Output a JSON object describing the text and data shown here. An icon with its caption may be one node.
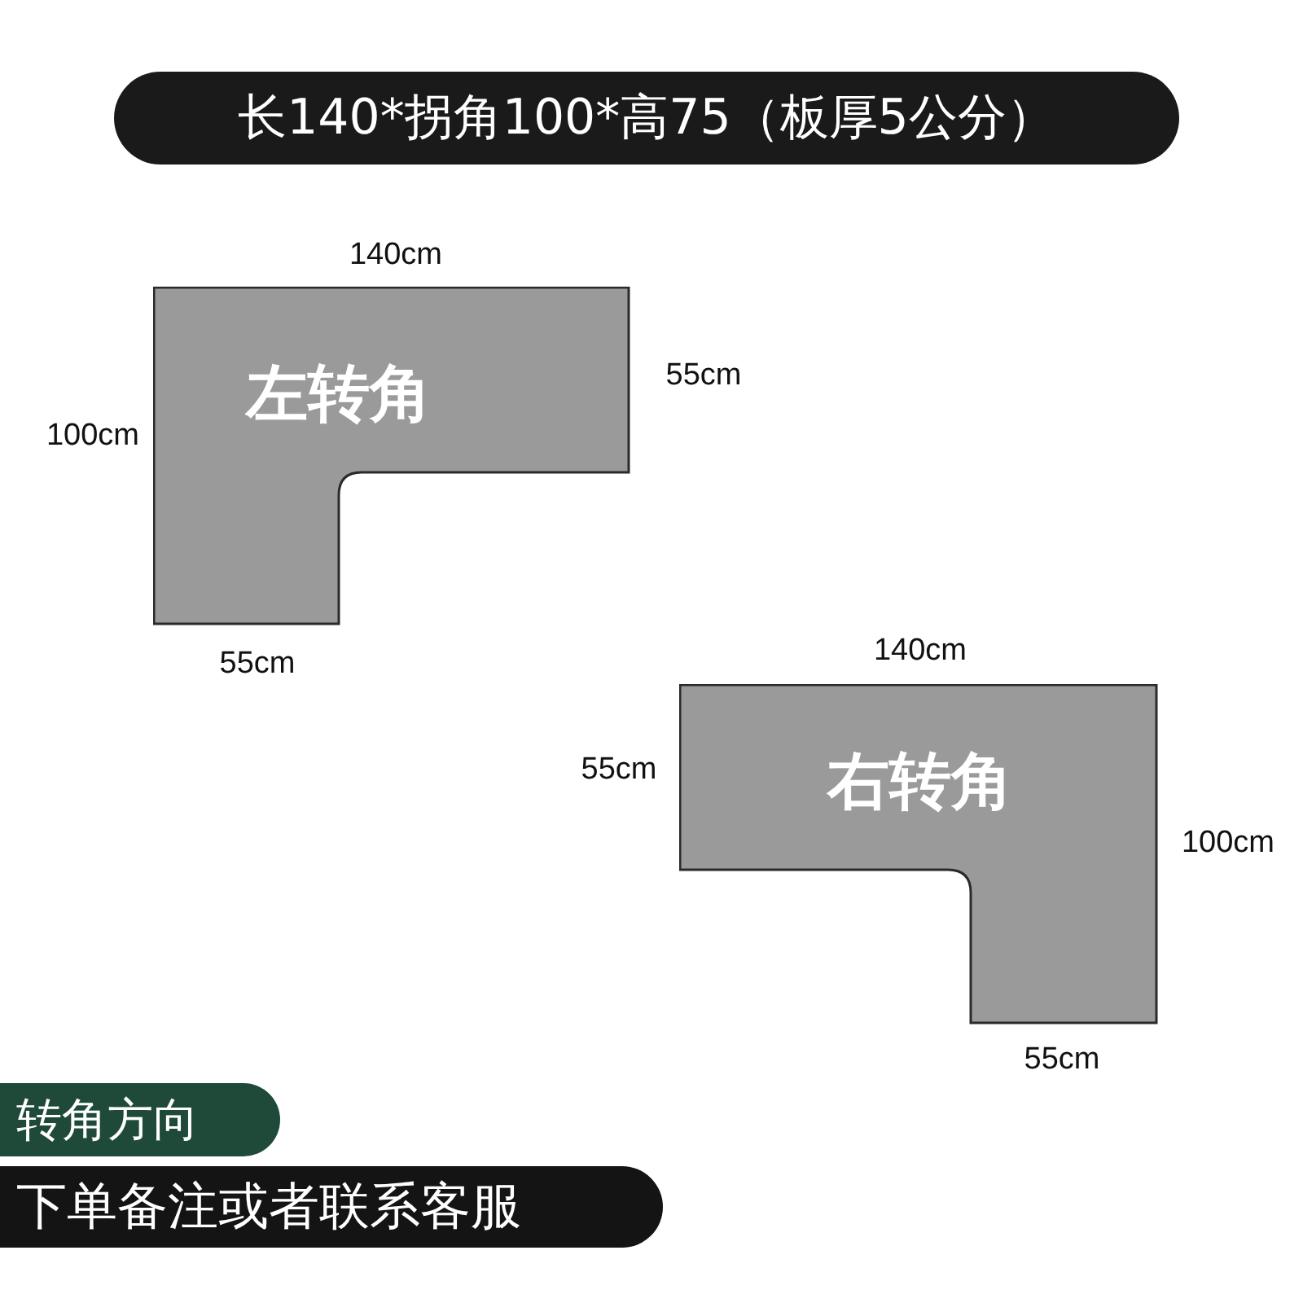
{
  "diagram": {
    "title": "长140*拐角100*高75（板厚5公分）",
    "nodes": [
      {
        "text": [
          "左转角"
        ]
      },
      {
        "text": [
          "右转角"
        ]
      },
      {
        "text": [
          "转角方向"
        ]
      },
      {
        "text": [
          "下单备注或者联系客服"
        ]
      }
    ],
    "labels": [
      "140cm",
      "55cm",
      "100cm",
      "55cm",
      "140cm",
      "55cm",
      "100cm",
      "55cm"
    ]
  }
}
